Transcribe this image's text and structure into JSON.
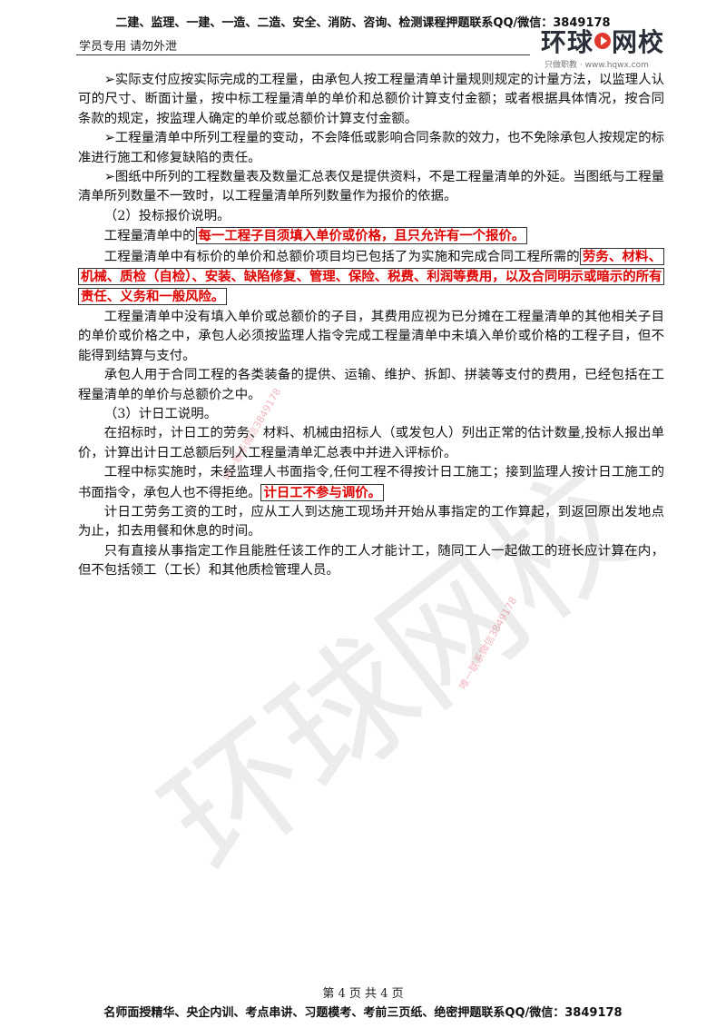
{
  "header": {
    "banner": "二建、监理、一建、一造、二造、安全、消防、咨询、检测课程押题联系QQ/微信：3849178",
    "left_note": "学员专用 请勿外泄",
    "logo_text_a": "环球",
    "logo_text_b": "网校",
    "logo_sub": "只做职教 · www.hqwx.com"
  },
  "body": {
    "p1": "➢实际支付应按实际完成的工程量，由承包人按工程量清单计量规则规定的计量方法，以监理人认可的尺寸、断面计量，按中标工程量清单的单价和总额价计算支付金额；或者根据具体情况，按合同条款的规定，按监理人确定的单价或总额价计算支付金额。",
    "p2": "➢工程量清单中所列工程量的变动，不会降低或影响合同条款的效力，也不免除承包人按规定的标准进行施工和修复缺陷的责任。",
    "p3": "➢图纸中所列的工程数量表及数量汇总表仅是提供资料，不是工程量清单的外延。当图纸与工程量清单所列数量不一致时，以工程量清单所列数量作为报价的依据。",
    "p4": "（2）投标报价说明。",
    "p5_a": "工程量清单中的",
    "p5_red": "每一工程子目须填入单价或价格，且只允许有一个报价。",
    "p6_a": "工程量清单中有标价的单价和总额价项目均已包括了为实施和完成合同工程所需的",
    "p6_red": "劳务、材料、机械、质检（自检）、安装、缺陷修复、管理、保险、税费、利润等费用，以及合同明示或暗示的所有责任、义务和一般风险。",
    "p7": "工程量清单中没有填入单价或总额价的子目，其费用应视为已分摊在工程量清单的其他相关子目的单价或价格之中，承包人必须按监理人指令完成工程量清单中未填入单价或价格的工程子目，但不能得到结算与支付。",
    "p8": "承包人用于合同工程的各类装备的提供、运输、维护、拆卸、拼装等支付的费用，已经包括在工程量清单的单价与总额价之中。",
    "p9": "（3）计日工说明。",
    "p10": "在招标时，计日工的劳务、材料、机械由招标人（或发包人）列出正常的估计数量,投标人报出单价，计算出计日工总额后列入工程量清单汇总表中并进入评标价。",
    "p11_a": "工程中标实施时，未经监理人书面指令,任何工程不得按计日工施工；接到监理人按计日工施工的书面指令，承包人也不得拒绝。",
    "p11_red": "计日工不参与调价。",
    "p12": "计日工劳务工资的工时，应从工人到达施工现场并开始从事指定的工作算起，到返回原出发地点为止，扣去用餐和休息的时间。",
    "p13": "只有直接从事指定工作且能胜任该工作的工人才能计工，随同工人一起做工的班长应计算在内，但不包括领工（工长）和其他质检管理人员。"
  },
  "watermarks": {
    "big": "环球网校",
    "small_1": "唯一联系微信3849178",
    "small_2": "唯一联系微信3849178"
  },
  "footer": {
    "page_label": "第 4 页 共 4 页",
    "banner": "名师面授精华、央企内训、考点串讲、习题模考、考前三页纸、绝密押题联系QQ/微信：3849178"
  }
}
